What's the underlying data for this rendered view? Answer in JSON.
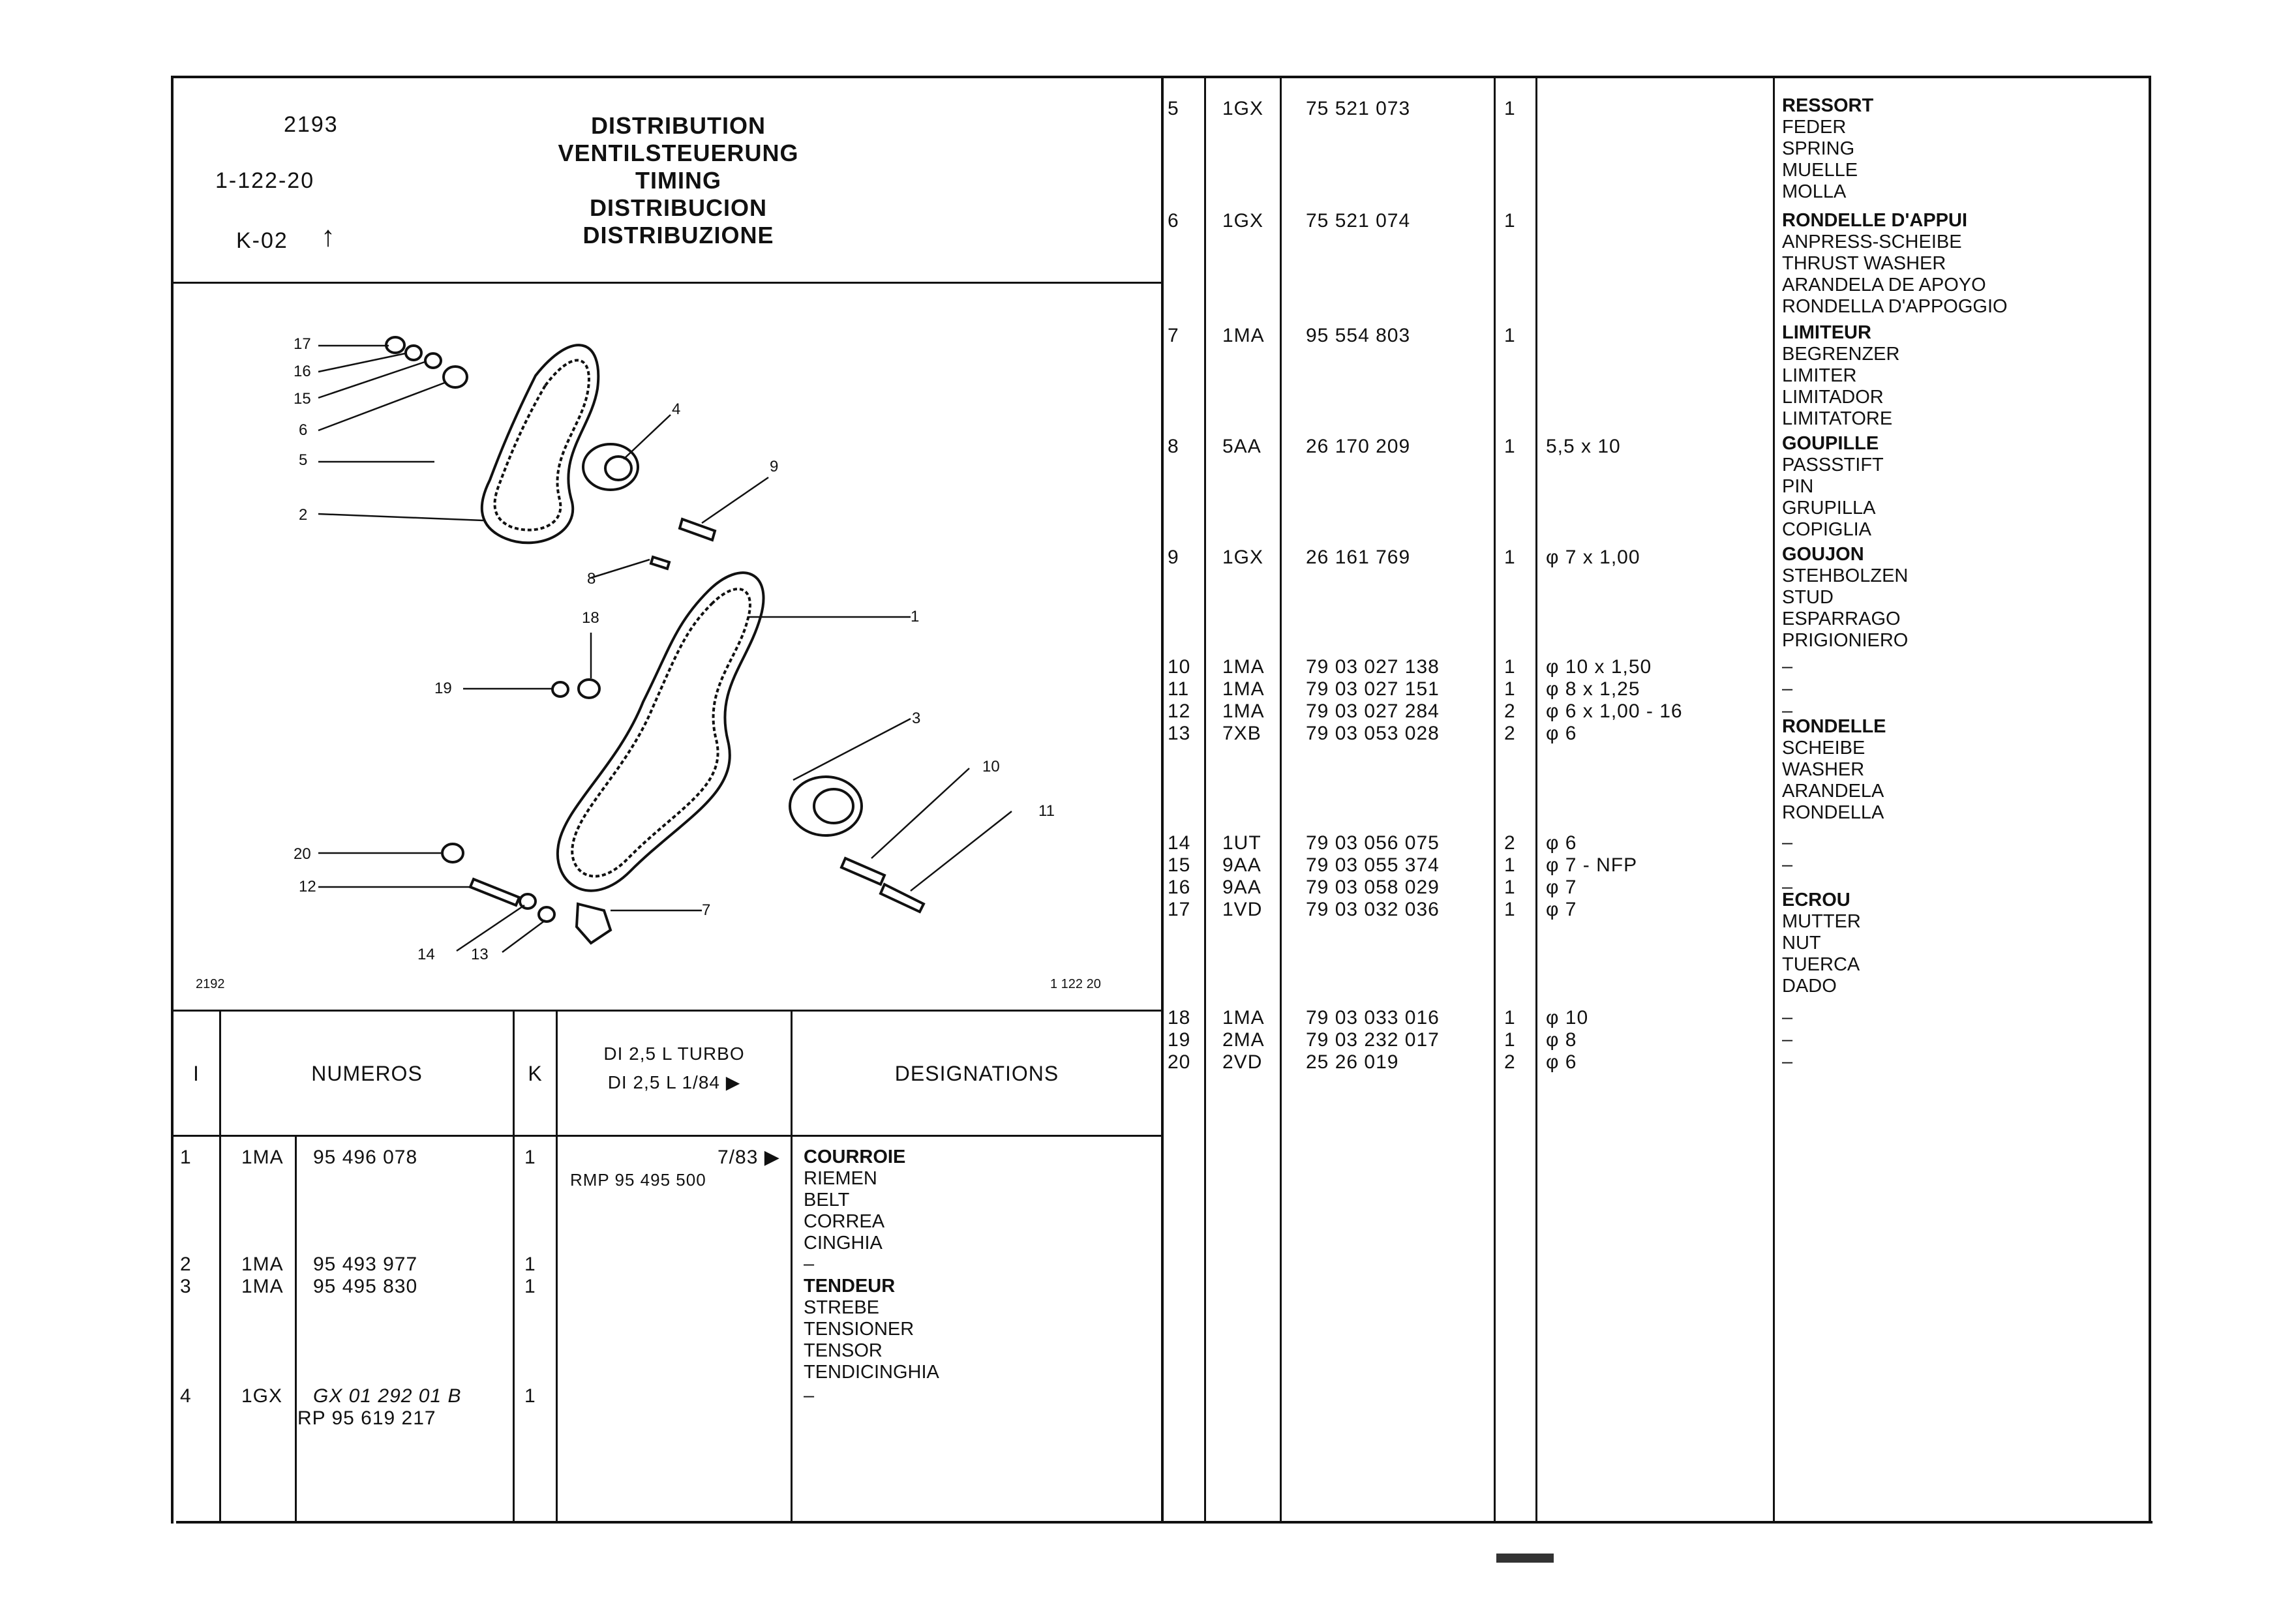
{
  "header": {
    "code": "2193",
    "ref": "1-122-20",
    "k": "K-02",
    "arrow": "↑",
    "titles": [
      "DISTRIBUTION",
      "VENTILSTEUERUNG",
      "TIMING",
      "DISTRIBUCION",
      "DISTRIBUZIONE"
    ]
  },
  "diagram": {
    "left_label": "2192",
    "right_label": "1  122  20",
    "callouts": [
      "17",
      "16",
      "15",
      "6",
      "5",
      "2",
      "4",
      "9",
      "8",
      "18",
      "1",
      "19",
      "3",
      "10",
      "11",
      "20",
      "12",
      "7",
      "14",
      "13"
    ]
  },
  "table_head": {
    "col_i": "I",
    "col_numeros": "NUMEROS",
    "col_k": "K",
    "col_variant_1": "DI 2,5 L TURBO",
    "col_variant_2": "DI 2,5 L 1/84 ▶",
    "col_designations": "DESIGNATIONS"
  },
  "left_rows": [
    {
      "i": "1",
      "code": "1MA",
      "num": "95  496  078",
      "k": "1",
      "variant": "7/83 ▶",
      "variant2": "RMP  95 495 500",
      "designations": [
        "COURROIE",
        "RIEMEN",
        "BELT",
        "CORREA",
        "CINGHIA"
      ]
    },
    {
      "i": "2",
      "code": "1MA",
      "num": "95  493  977",
      "k": "1",
      "designations": [
        "–"
      ]
    },
    {
      "i": "3",
      "code": "1MA",
      "num": "95  495  830",
      "k": "1",
      "designations": [
        "TENDEUR",
        "STREBE",
        "TENSIONER",
        "TENSOR",
        "TENDICINGHIA"
      ]
    },
    {
      "i": "4",
      "code": "1GX",
      "num": "GX  01  292  01  B",
      "num2": "RP 95  619  217",
      "k": "1",
      "designations": [
        "–"
      ]
    }
  ],
  "right_rows": [
    {
      "i": "5",
      "code": "1GX",
      "num": "75  521  073",
      "k": "1",
      "dim": "",
      "designations": [
        "RESSORT",
        "FEDER",
        "SPRING",
        "MUELLE",
        "MOLLA"
      ]
    },
    {
      "i": "6",
      "code": "1GX",
      "num": "75  521  074",
      "k": "1",
      "dim": "",
      "designations": [
        "RONDELLE D'APPUI",
        "ANPRESS-SCHEIBE",
        "THRUST WASHER",
        "ARANDELA DE APOYO",
        "RONDELLA D'APPOGGIO"
      ]
    },
    {
      "i": "7",
      "code": "1MA",
      "num": "95  554  803",
      "k": "1",
      "dim": "",
      "designations": [
        "LIMITEUR",
        "BEGRENZER",
        "LIMITER",
        "LIMITADOR",
        "LIMITATORE"
      ]
    },
    {
      "i": "8",
      "code": "5AA",
      "num": "26  170  209",
      "k": "1",
      "dim": "5,5 x 10",
      "designations": [
        "GOUPILLE",
        "PASSSTIFT",
        "PIN",
        "GRUPILLA",
        "COPIGLIA"
      ]
    },
    {
      "i": "9",
      "code": "1GX",
      "num": "26  161  769",
      "k": "1",
      "dim": "φ 7 x 1,00",
      "designations": [
        "GOUJON",
        "STEHBOLZEN",
        "STUD",
        "ESPARRAGO",
        "PRIGIONIERO"
      ]
    },
    {
      "i": "10",
      "code": "1MA",
      "num": "79  03  027  138",
      "k": "1",
      "dim": "φ 10 x 1,50",
      "designations": [
        "–"
      ]
    },
    {
      "i": "11",
      "code": "1MA",
      "num": "79  03  027  151",
      "k": "1",
      "dim": "φ 8 x 1,25",
      "designations": [
        "–"
      ]
    },
    {
      "i": "12",
      "code": "1MA",
      "num": "79  03  027  284",
      "k": "2",
      "dim": "φ 6 x 1,00 - 16",
      "designations": [
        "–"
      ]
    },
    {
      "i": "13",
      "code": "7XB",
      "num": "79  03  053  028",
      "k": "2",
      "dim": "φ 6",
      "designations": [
        "RONDELLE",
        "SCHEIBE",
        "WASHER",
        "ARANDELA",
        "RONDELLA"
      ]
    },
    {
      "i": "14",
      "code": "1UT",
      "num": "79  03  056  075",
      "k": "2",
      "dim": "φ 6",
      "designations": [
        "–"
      ]
    },
    {
      "i": "15",
      "code": "9AA",
      "num": "79  03  055  374",
      "k": "1",
      "dim": "φ 7 - NFP",
      "designations": [
        "–"
      ]
    },
    {
      "i": "16",
      "code": "9AA",
      "num": "79  03  058  029",
      "k": "1",
      "dim": "φ 7",
      "designations": [
        "–"
      ]
    },
    {
      "i": "17",
      "code": "1VD",
      "num": "79  03  032  036",
      "k": "1",
      "dim": "φ 7",
      "designations": [
        "ECROU",
        "MUTTER",
        "NUT",
        "TUERCA",
        "DADO"
      ]
    },
    {
      "i": "18",
      "code": "1MA",
      "num": "79  03  033  016",
      "k": "1",
      "dim": "φ 10",
      "designations": [
        "–"
      ]
    },
    {
      "i": "19",
      "code": "2MA",
      "num": "79  03  232  017",
      "k": "1",
      "dim": "φ 8",
      "designations": [
        "–"
      ]
    },
    {
      "i": "20",
      "code": "2VD",
      "num": "25  26   019",
      "k": "2",
      "dim": "φ 6",
      "designations": [
        "–"
      ]
    }
  ]
}
